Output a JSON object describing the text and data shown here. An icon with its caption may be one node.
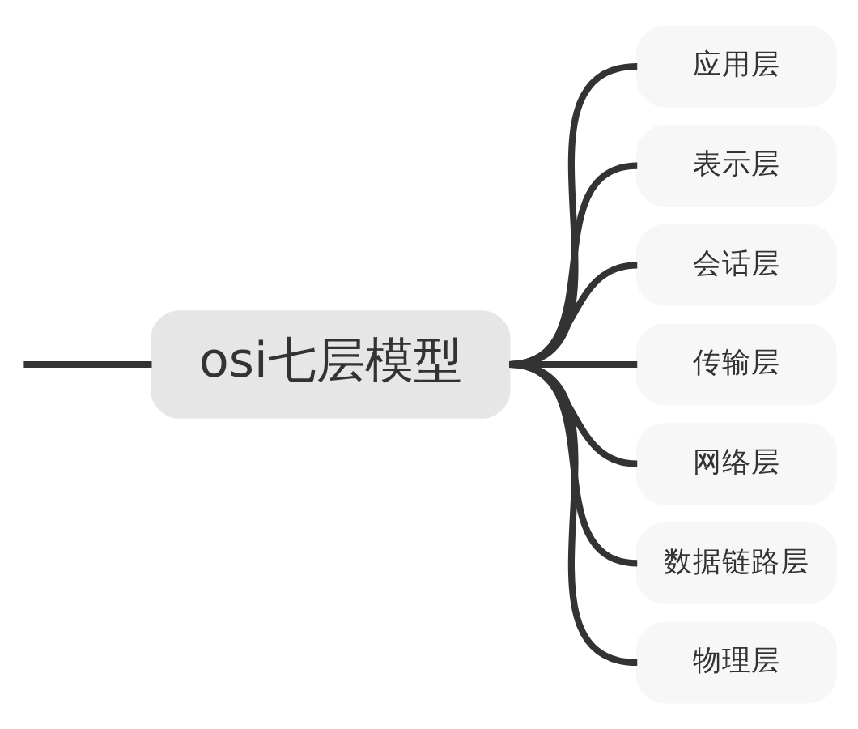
{
  "diagram": {
    "nodes": [
      {
        "text": [
          "osi七层模型"
        ]
      },
      {
        "text": [
          "应用层"
        ]
      },
      {
        "text": [
          "表示层"
        ]
      },
      {
        "text": [
          "会话层"
        ]
      },
      {
        "text": [
          "传输层"
        ]
      },
      {
        "text": [
          "网络层"
        ]
      },
      {
        "text": [
          "数据链路层"
        ]
      },
      {
        "text": [
          "物理层"
        ]
      }
    ],
    "edges": [
      {
        "from": null,
        "to": 0,
        "arrow": "none"
      },
      {
        "from": 0,
        "to": 1,
        "arrow": "none"
      },
      {
        "from": 0,
        "to": 2,
        "arrow": "none"
      },
      {
        "from": 0,
        "to": 3,
        "arrow": "none"
      },
      {
        "from": 0,
        "to": 4,
        "arrow": "none"
      },
      {
        "from": 0,
        "to": 5,
        "arrow": "none"
      },
      {
        "from": 0,
        "to": 6,
        "arrow": "none"
      },
      {
        "from": 0,
        "to": 7,
        "arrow": "none"
      }
    ]
  }
}
